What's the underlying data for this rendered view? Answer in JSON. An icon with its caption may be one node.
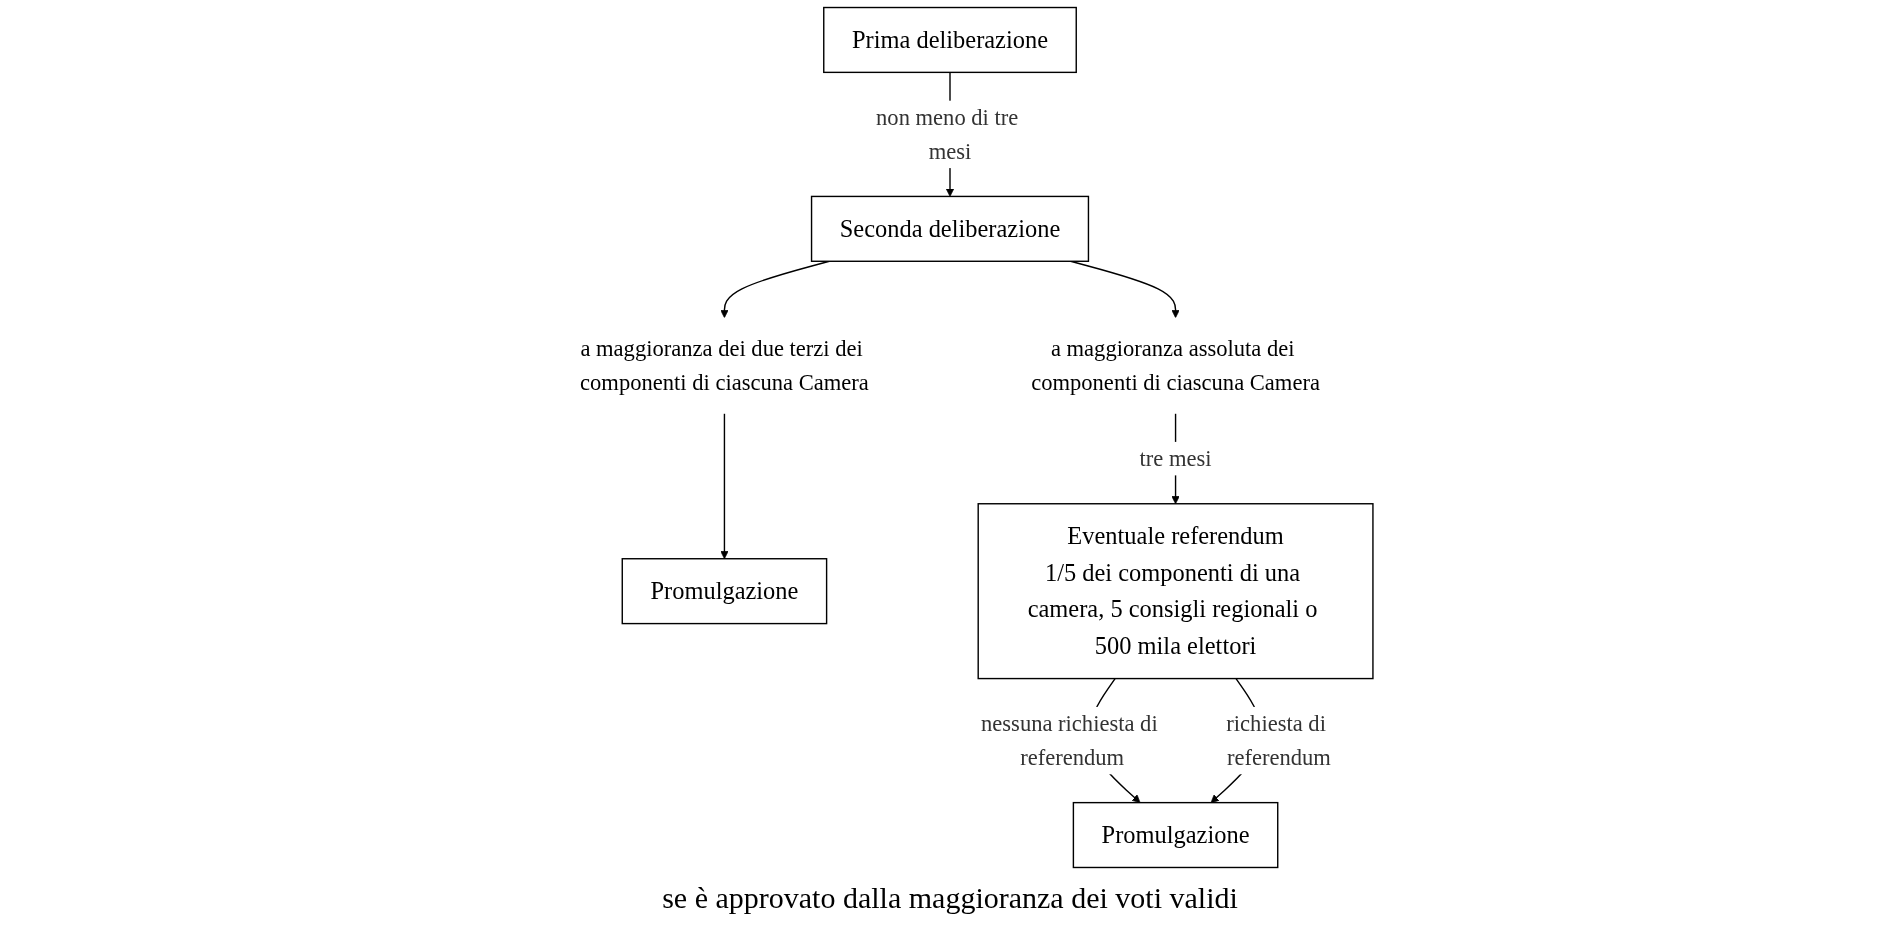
{
  "diagram": {
    "nodes": [
      {
        "text": [
          "Prima deliberazione"
        ]
      },
      {
        "text": [
          "Seconda deliberazione"
        ]
      },
      {
        "text": [
          "Promulgazione"
        ]
      },
      {
        "text": [
          "a maggioranza dei due terzi dei componenti di ciascuna Camera"
        ]
      },
      {
        "text": [
          "Eventuale referendum",
          "1/5 dei componenti di una camera, 5 consigli regionali o 500 mila elettori"
        ]
      },
      {
        "text": [
          "a maggioranza assoluta dei componenti di ciascuna Camera"
        ]
      },
      {
        "text": [
          "Promulgazione"
        ]
      }
    ],
    "edges": [
      {
        "from": 0,
        "to": 1,
        "arrow": "to",
        "label": "non meno di tre mesi"
      },
      {
        "from": 1,
        "to": 3,
        "arrow": "to"
      },
      {
        "from": 1,
        "to": 5,
        "arrow": "to"
      },
      {
        "from": 3,
        "to": 2,
        "arrow": "to"
      },
      {
        "from": 5,
        "to": 4,
        "arrow": "to",
        "label": "tre mesi"
      },
      {
        "from": 4,
        "to": 6,
        "arrow": "to",
        "label": "nessuna richiesta di referendum"
      },
      {
        "from": 4,
        "to": 6,
        "arrow": "to",
        "label": "richiesta di referendum"
      }
    ],
    "labels": [
      "se è approvato dalla maggioranza dei voti validi"
    ]
  }
}
